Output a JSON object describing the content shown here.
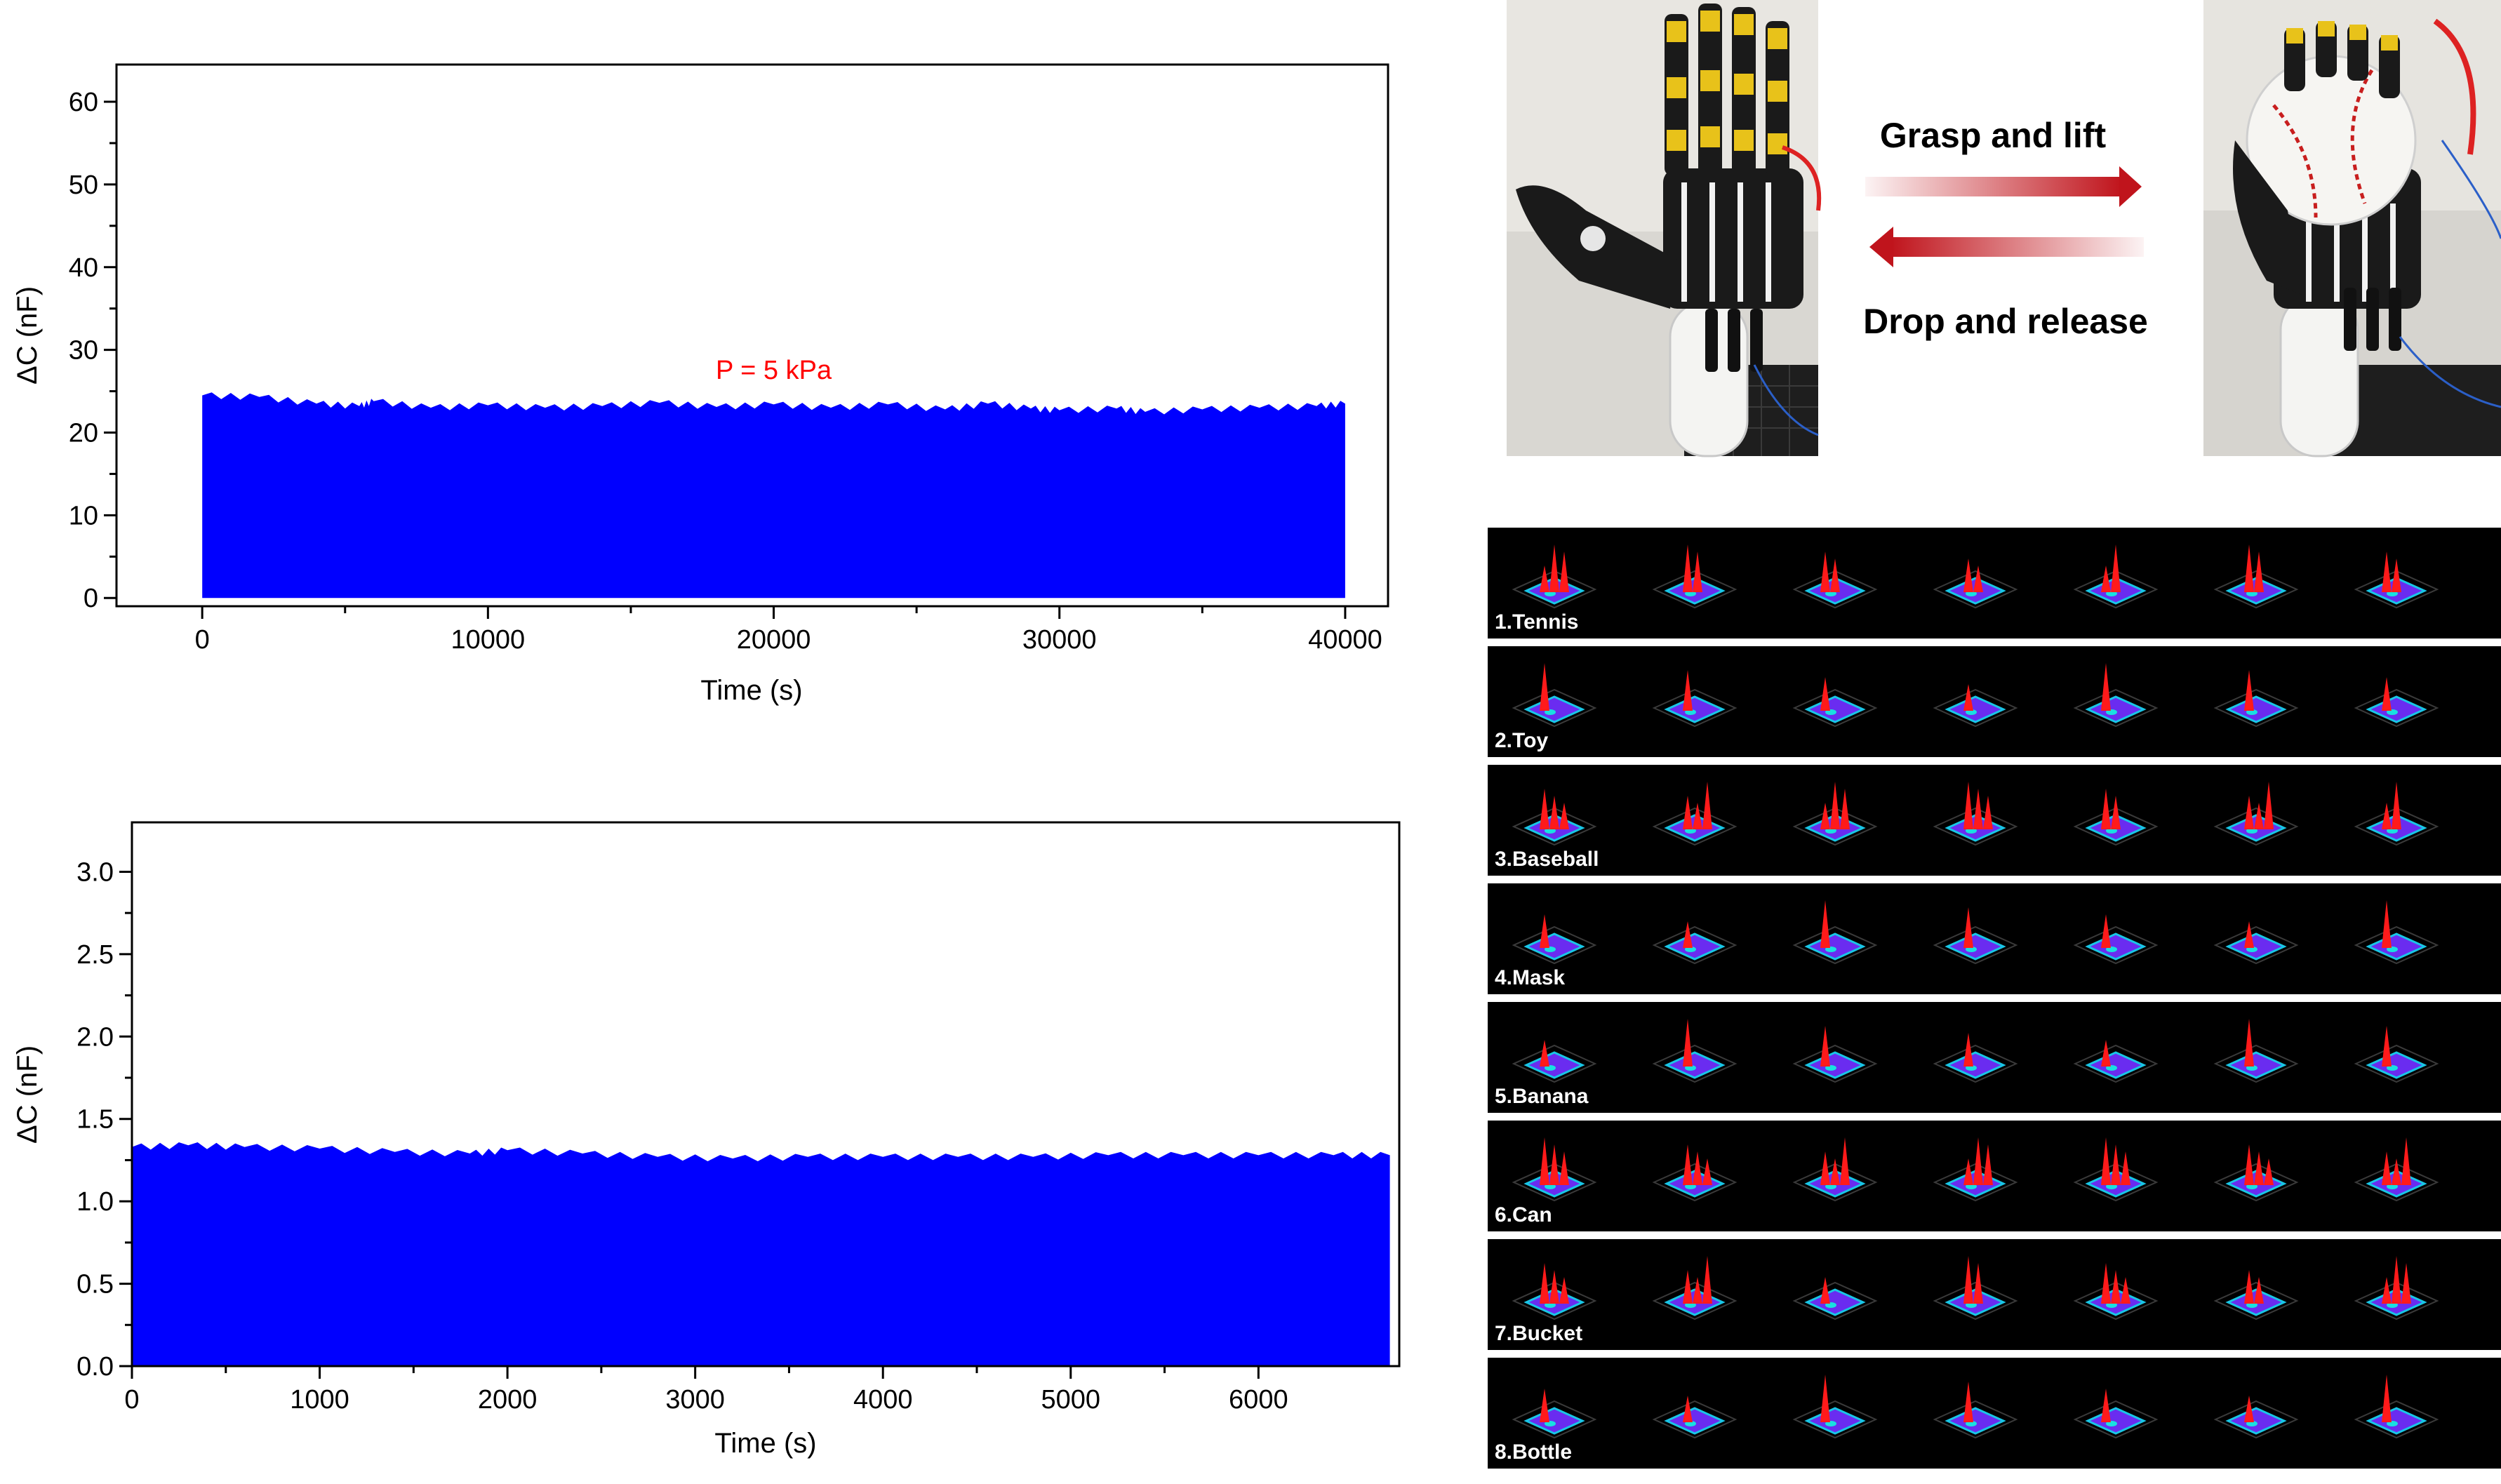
{
  "colors": {
    "fill": "#0000ff",
    "annotation": "#ff0000",
    "arrow": "#c0141c",
    "panel_bg": "#000000"
  },
  "chart_data": [
    {
      "type": "area",
      "xlabel": "Time (s)",
      "ylabel": "ΔC (nF)",
      "xlim": [
        -3000,
        41500
      ],
      "ylim": [
        -1,
        64.5
      ],
      "xticks": [
        0,
        10000,
        20000,
        30000,
        40000
      ],
      "yticks": [
        0,
        10,
        20,
        30,
        40,
        50,
        60
      ],
      "annotation": "P = 5 kPa",
      "annotation_at": [
        20000,
        26.5
      ],
      "x_range": [
        0,
        40000
      ],
      "x": [
        0,
        2000,
        4000,
        5500,
        6000,
        8000,
        10000,
        12000,
        14000,
        16000,
        18000,
        20000,
        22000,
        24000,
        26000,
        27500,
        29000,
        30000,
        32000,
        33000,
        35000,
        37000,
        39000,
        40000
      ],
      "upper_envelope": [
        24.5,
        24.3,
        23.5,
        23.2,
        23.8,
        23.0,
        23.3,
        23.0,
        23.2,
        23.6,
        23.1,
        23.4,
        23.0,
        23.4,
        22.8,
        23.5,
        22.9,
        22.7,
        22.9,
        22.5,
        22.8,
        23.0,
        23.2,
        23.5
      ],
      "lower_envelope": 0
    },
    {
      "type": "area",
      "xlabel": "Time (s)",
      "ylabel": "ΔC (nF)",
      "xlim": [
        0,
        6750
      ],
      "ylim": [
        0,
        3.3
      ],
      "xticks": [
        0,
        1000,
        2000,
        3000,
        4000,
        5000,
        6000
      ],
      "yticks": [
        0.0,
        0.5,
        1.0,
        1.5,
        2.0,
        2.5,
        3.0
      ],
      "x_range": [
        0,
        6700
      ],
      "x": [
        0,
        300,
        600,
        1000,
        1400,
        1800,
        2000,
        2400,
        2800,
        3200,
        3600,
        4000,
        4400,
        4800,
        5200,
        5600,
        6000,
        6400,
        6700
      ],
      "upper_envelope": [
        1.33,
        1.34,
        1.33,
        1.32,
        1.3,
        1.29,
        1.31,
        1.29,
        1.27,
        1.26,
        1.27,
        1.27,
        1.27,
        1.27,
        1.28,
        1.28,
        1.28,
        1.28,
        1.28
      ],
      "lower_envelope": 0
    }
  ],
  "photo_panel": {
    "grasp_label": "Grasp and lift",
    "release_label": "Drop and release"
  },
  "tactile_panel": {
    "rows": [
      {
        "label": "1.Tennis",
        "frames": [
          3,
          2,
          2,
          2,
          2,
          2,
          2
        ]
      },
      {
        "label": "2.Toy",
        "frames": [
          1,
          1,
          1,
          1,
          1,
          1,
          1
        ]
      },
      {
        "label": "3.Baseball",
        "frames": [
          3,
          3,
          3,
          3,
          2,
          3,
          2
        ]
      },
      {
        "label": "4.Mask",
        "frames": [
          1,
          1,
          1,
          1,
          1,
          1,
          1
        ]
      },
      {
        "label": "5.Banana",
        "frames": [
          1,
          1,
          1,
          1,
          1,
          1,
          1
        ]
      },
      {
        "label": "6.Can",
        "frames": [
          3,
          3,
          3,
          3,
          3,
          3,
          3
        ]
      },
      {
        "label": "7.Bucket",
        "frames": [
          3,
          3,
          1,
          2,
          3,
          2,
          3
        ]
      },
      {
        "label": "8.Bottle",
        "frames": [
          1,
          1,
          1,
          1,
          1,
          1,
          1
        ]
      }
    ]
  }
}
